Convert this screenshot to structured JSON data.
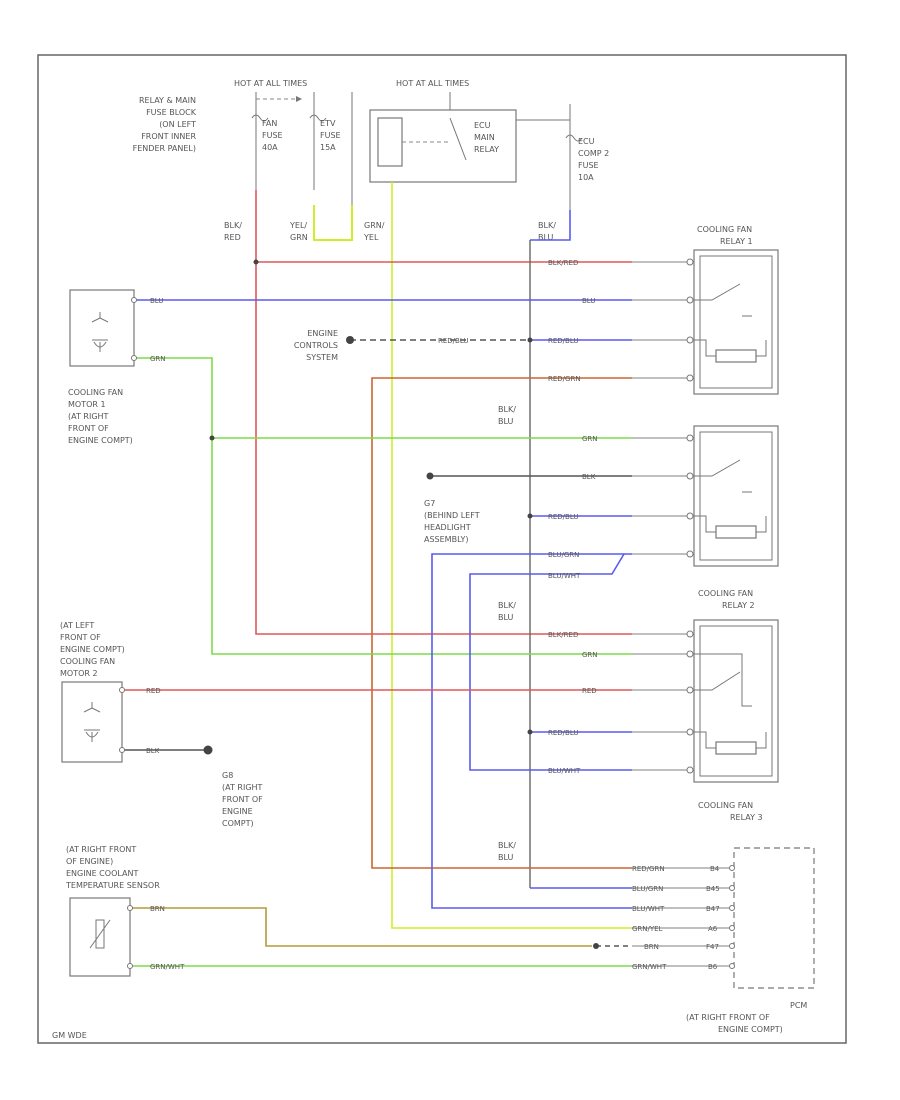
{
  "colors": {
    "red": "#e05858",
    "blue": "#5a5aee",
    "green": "#7ddc48",
    "yellowgreen": "#cdee2a",
    "orange": "#cc6633",
    "yellowbrown": "#b59a3a",
    "black": "#555555",
    "gray": "#999999",
    "frame": "#666666"
  },
  "labels": {
    "fuse_block": [
      "RELAY & MAIN",
      "FUSE BLOCK",
      "(ON LEFT",
      "FRONT INNER",
      "FENDER PANEL)"
    ],
    "hot1": "HOT AT ALL TIMES",
    "hot2": "HOT AT ALL TIMES",
    "fan_fuse": [
      "FAN",
      "FUSE",
      "40A"
    ],
    "etv_fuse": [
      "ETV",
      "FUSE",
      "15A"
    ],
    "ecu_relay": [
      "ECU",
      "MAIN",
      "RELAY"
    ],
    "ecu_fuse": [
      "ECU",
      "COMP 2",
      "FUSE",
      "10A"
    ],
    "wire_blkred": [
      "BLK/",
      "RED"
    ],
    "wire_yelgrn": [
      "YEL/",
      "GRN"
    ],
    "wire_grnyel": [
      "GRN/",
      "YEL"
    ],
    "wire_blkblu_top": [
      "BLK/",
      "BLU"
    ],
    "relay1": [
      "COOLING FAN",
      "RELAY 1"
    ],
    "relay2": [
      "COOLING FAN",
      "RELAY 2"
    ],
    "relay3": [
      "COOLING FAN",
      "RELAY 3"
    ],
    "engine_controls": [
      "ENGINE",
      "CONTROLS",
      "SYSTEM"
    ],
    "motor1": [
      "COOLING FAN",
      "MOTOR 1",
      "(AT RIGHT",
      "FRONT OF",
      "ENGINE COMPT)"
    ],
    "blkblu_mid1": [
      "BLK/",
      "BLU"
    ],
    "blkblu_mid2": [
      "BLK/",
      "BLU"
    ],
    "blkblu_low": [
      "BLK/",
      "BLU"
    ],
    "g7": [
      "G7",
      "(BEHIND LEFT",
      "HEADLIGHT",
      "ASSEMBLY)"
    ],
    "motor2": [
      "(AT LEFT",
      "FRONT OF",
      "ENGINE COMPT)",
      "COOLING FAN",
      "MOTOR 2"
    ],
    "g8": [
      "G8",
      "(AT RIGHT",
      "FRONT OF",
      "ENGINE",
      "COMPT)"
    ],
    "sensor": [
      "(AT RIGHT FRONT",
      "OF ENGINE)",
      "ENGINE COOLANT",
      "TEMPERATURE SENSOR"
    ],
    "pcm": [
      "PCM",
      "(AT RIGHT FRONT OF",
      "ENGINE COMPT)"
    ],
    "corner": "GM WDE"
  },
  "wires": {
    "blkred": "BLK/RED",
    "blu": "BLU",
    "grn": "GRN",
    "redblu_ec": "RED/BLU",
    "redblu": "RED/BLU",
    "redgrn": "RED/GRN",
    "grn2": "GRN",
    "blk": "BLK",
    "redblu2": "RED/BLU",
    "blugrn": "BLU/GRN",
    "bluwht": "BLU/WHT",
    "blkred2": "BLK/RED",
    "grn3": "GRN",
    "red": "RED",
    "redblu3": "RED/BLU",
    "bluwht2": "BLU/WHT",
    "blk_g8": "BLK",
    "pcm_redgrn": "RED/GRN",
    "pcm_blugrn": "BLU/GRN",
    "pcm_bluwht": "BLU/WHT",
    "pcm_grnyel": "GRN/YEL",
    "pcm_brn": "BRN",
    "pcm_grnwht": "GRN/WHT",
    "sensor_brn": "BRN",
    "sensor_grnwht": "GRN/WHT",
    "motor1_blu": "BLU",
    "motor1_grn": "GRN",
    "motor2_red": "RED",
    "motor2_blk": "BLK"
  },
  "pins": {
    "pcm": [
      "B4",
      "B45",
      "B47",
      "A6",
      "F47",
      "B6"
    ]
  }
}
